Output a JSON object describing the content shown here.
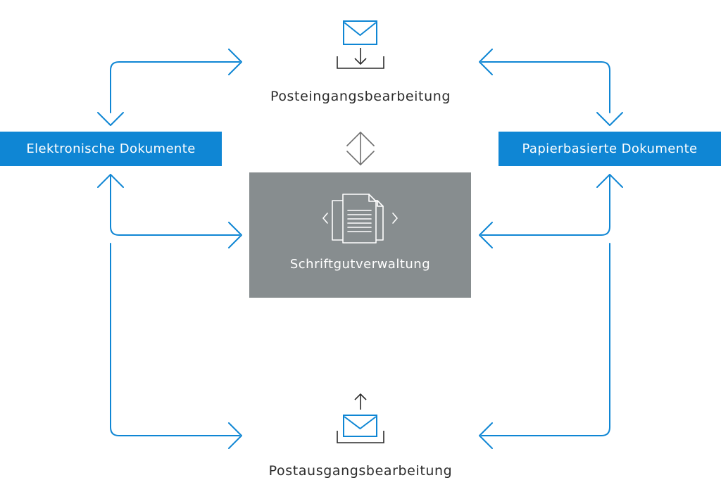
{
  "colors": {
    "accent": "#0f86d4",
    "center_box": "#878d8f",
    "arrow_gray": "#6f6f6f",
    "text": "#2b2b2b"
  },
  "labels": {
    "inbound": "Posteingangsbearbeitung",
    "outbound": "Postausgangsbearbeitung",
    "center": "Schriftgutverwaltung"
  },
  "boxes": {
    "electronic": "Elektronische Dokumente",
    "paper": "Papierbasierte Dokumente"
  },
  "icons": {
    "inbound": "mail-inbox-download-icon",
    "outbound": "mail-outbox-upload-icon",
    "center": "documents-code-icon",
    "exchange": "double-arrow-icon"
  }
}
